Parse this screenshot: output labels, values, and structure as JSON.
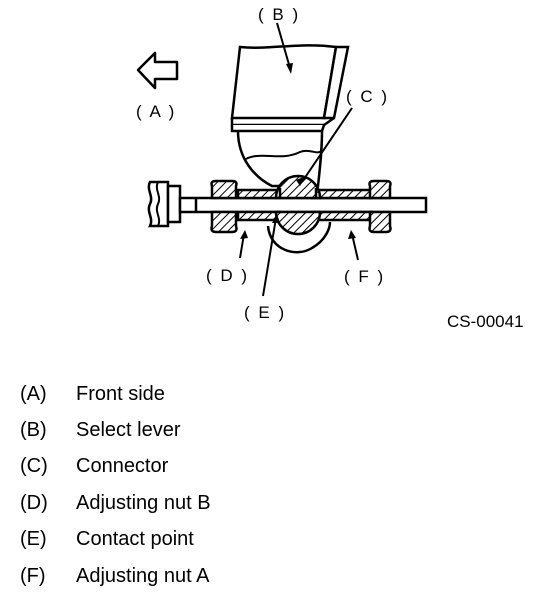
{
  "figure": {
    "callouts": {
      "a": "( A )",
      "b": "( B )",
      "c": "( C )",
      "d": "( D )",
      "e": "( E )",
      "f": "( F )"
    },
    "figure_id": "CS-00041"
  },
  "legend": [
    {
      "key": "(A)",
      "text": "Front side"
    },
    {
      "key": "(B)",
      "text": "Select lever"
    },
    {
      "key": "(C)",
      "text": "Connector"
    },
    {
      "key": "(D)",
      "text": "Adjusting nut B"
    },
    {
      "key": "(E)",
      "text": "Contact point"
    },
    {
      "key": "(F)",
      "text": "Adjusting nut A"
    }
  ]
}
